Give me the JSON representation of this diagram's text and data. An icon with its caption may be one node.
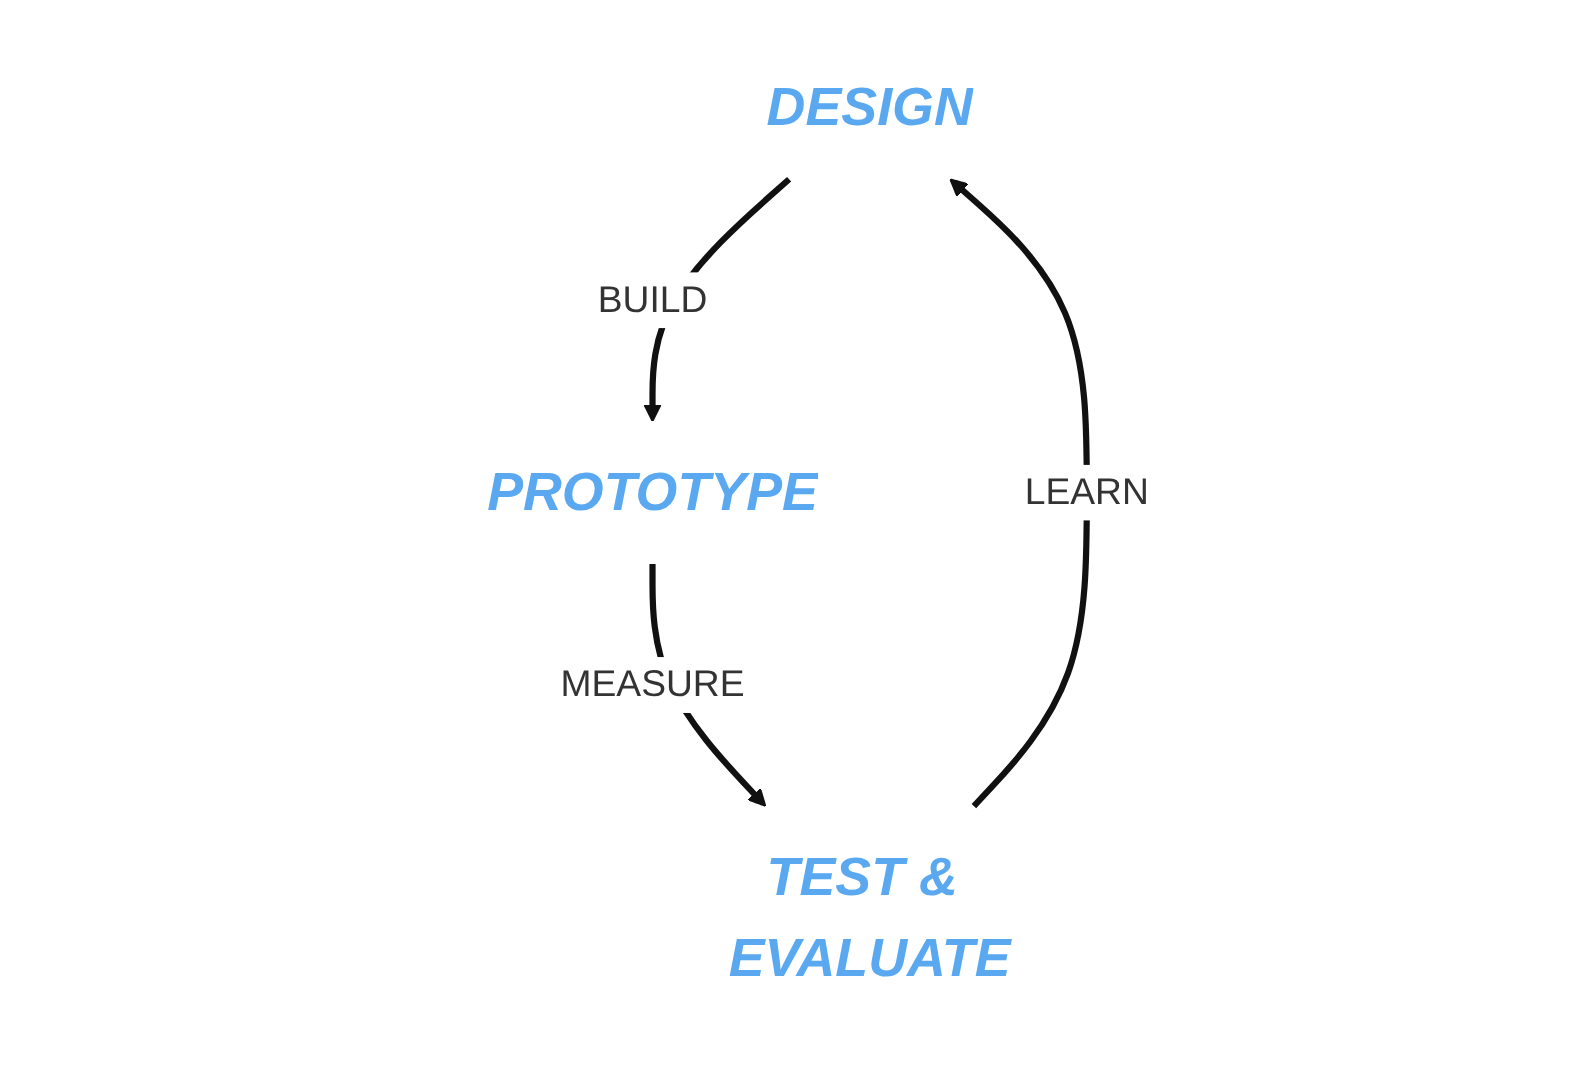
{
  "diagram": {
    "nodes": [
      {
        "text": [
          "DESIGN"
        ]
      },
      {
        "text": [
          "PROTOTYPE"
        ]
      },
      {
        "text": [
          "TEST & EVALUATE"
        ]
      }
    ],
    "edges": [
      {
        "from": 0,
        "to": 1,
        "arrow": "to",
        "label": "BUILD"
      },
      {
        "from": 1,
        "to": 2,
        "arrow": "to",
        "label": "MEASURE"
      },
      {
        "from": 2,
        "to": 0,
        "arrow": "to",
        "label": "LEARN"
      }
    ]
  }
}
